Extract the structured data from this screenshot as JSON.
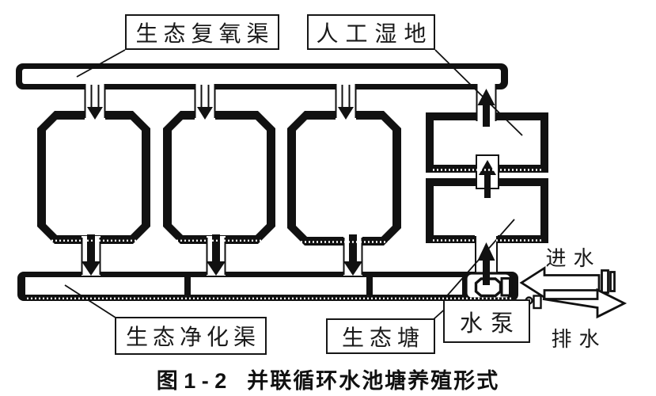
{
  "figure": {
    "caption_number": "图 1 - 2",
    "caption_title": "并联循环水池塘养殖形式"
  },
  "labels": {
    "reoxygenation_channel": "生态复氧渠",
    "artificial_wetland": "人工湿地",
    "purification_channel": "生态净化渠",
    "ecological_pond": "生态塘",
    "water_pump": "水泵",
    "water_inlet": "进水",
    "water_outlet": "排水"
  },
  "icons": {
    "feed_flow": "down-arrow-icon",
    "return_flow": "up-arrow-icon",
    "inlet": "hollow-left-arrow-icon",
    "outlet": "hollow-right-arrow-icon",
    "pump": "pump-octagon-symbol"
  },
  "colors": {
    "ink": "#111111",
    "background": "#ffffff"
  }
}
